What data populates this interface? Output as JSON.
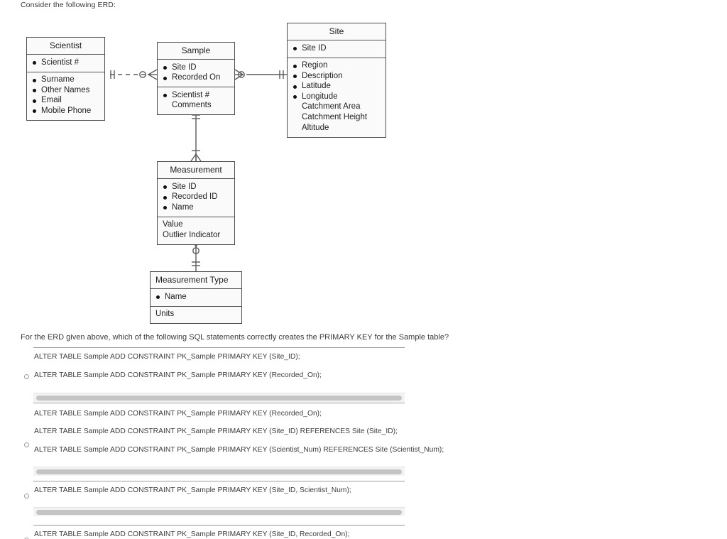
{
  "prompt_top": "Consider the following ERD:",
  "question": "For the ERD given above, which of the following SQL statements correctly creates the PRIMARY KEY for the Sample table?",
  "erd": {
    "entities": [
      {
        "id": "scientist",
        "name": "Scientist",
        "key_attributes": [
          "Scientist #"
        ],
        "attributes": [
          "Surname",
          "Other Names",
          "Email",
          "Mobile Phone"
        ],
        "non_key_attributes": []
      },
      {
        "id": "sample",
        "name": "Sample",
        "key_attributes": [
          "Site ID",
          "Recorded On"
        ],
        "attributes": [
          "Scientist #"
        ],
        "non_key_attributes": [
          "Comments"
        ]
      },
      {
        "id": "site",
        "name": "Site",
        "key_attributes": [
          "Site ID"
        ],
        "attributes": [
          "Region",
          "Description",
          "Latitude",
          "Longitude"
        ],
        "non_key_attributes": [
          "Catchment Area",
          "Catchment Height",
          "Altitude"
        ]
      },
      {
        "id": "measurement",
        "name": "Measurement",
        "key_attributes": [
          "Site ID",
          "Recorded ID",
          "Name"
        ],
        "attributes": [],
        "non_key_attributes": [
          "Value",
          "Outlier Indicator"
        ]
      },
      {
        "id": "measurement_type",
        "name": "Measurement Type",
        "key_attributes": [
          "Name"
        ],
        "attributes": [],
        "non_key_attributes": [
          "Units"
        ]
      }
    ],
    "relationships": [
      {
        "from": "Scientist",
        "to": "Sample",
        "style": "dashed",
        "from_cardinality": "one-and-only-one",
        "to_cardinality": "zero-or-many"
      },
      {
        "from": "Sample",
        "to": "Site",
        "style": "solid",
        "from_cardinality": "zero-or-many",
        "to_cardinality": "one-and-only-one"
      },
      {
        "from": "Sample",
        "to": "Measurement",
        "style": "solid",
        "from_cardinality": "one-and-only-one",
        "to_cardinality": "one-or-many"
      },
      {
        "from": "Measurement",
        "to": "Measurement Type",
        "style": "solid",
        "from_cardinality": "zero-or-many",
        "to_cardinality": "one-and-only-one"
      }
    ]
  },
  "options": [
    {
      "selected": false,
      "lines": [
        "ALTER TABLE Sample ADD CONSTRAINT PK_Sample PRIMARY KEY (Site_ID);",
        "ALTER TABLE Sample ADD CONSTRAINT PK_Sample PRIMARY KEY (Recorded_On);"
      ]
    },
    {
      "selected": false,
      "lines": [
        "ALTER TABLE Sample ADD CONSTRAINT PK_Sample PRIMARY KEY (Recorded_On);",
        "ALTER TABLE Sample ADD CONSTRAINT PK_Sample PRIMARY KEY (Site_ID) REFERENCES Site (Site_ID);",
        "ALTER TABLE Sample ADD CONSTRAINT PK_Sample PRIMARY KEY (Scientist_Num) REFERENCES Site (Scientist_Num);"
      ]
    },
    {
      "selected": false,
      "lines": [
        "ALTER TABLE Sample ADD CONSTRAINT PK_Sample PRIMARY KEY (Site_ID, Scientist_Num);"
      ]
    },
    {
      "selected": false,
      "lines": [
        "ALTER TABLE Sample ADD CONSTRAINT PK_Sample PRIMARY KEY (Site_ID, Recorded_On);"
      ]
    }
  ],
  "colors": {
    "entity_border": "#4d4d4d",
    "entity_fill": "#fafafa",
    "text": "#3a3a3a",
    "scrollbar_thumb": "#c4c4c4",
    "scrollbar_track": "#f3f3f3"
  }
}
